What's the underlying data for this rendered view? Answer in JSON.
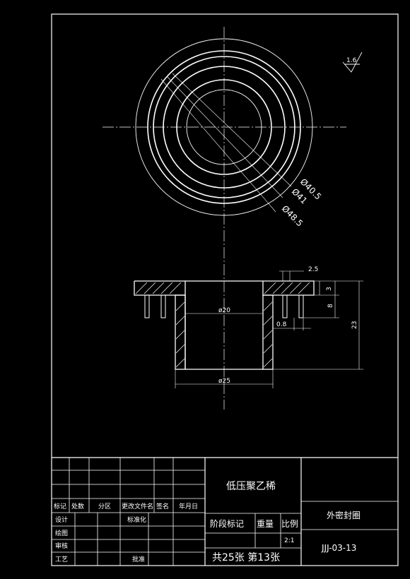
{
  "roughness": "1.6",
  "dims": {
    "d_outer": "Ø40.5",
    "d_mid": "Ø41",
    "d_inner": "Ø48.5",
    "d20": "ø20",
    "d25": "ø25",
    "w2_5": "2.5",
    "h3": "3",
    "h8": "8",
    "h23": "23",
    "w0_8": "0.8"
  },
  "title_block": {
    "material": "低压聚乙稀",
    "part_name": "外密封圈",
    "drawing_no": "JJJ-03-13",
    "scale": "2:1",
    "sheets": "共25张 第13张",
    "hdr": {
      "stage": "阶段标记",
      "weight": "重量",
      "ratio": "比例"
    },
    "labels": {
      "mark": "标记",
      "count": "处数",
      "zone": "分区",
      "doc": "更改文件名",
      "sign": "签名",
      "date": "年月日",
      "design": "设计",
      "std": "标准化",
      "draw": "绘图",
      "check": "审核",
      "process": "工艺",
      "approve": "批准"
    }
  }
}
